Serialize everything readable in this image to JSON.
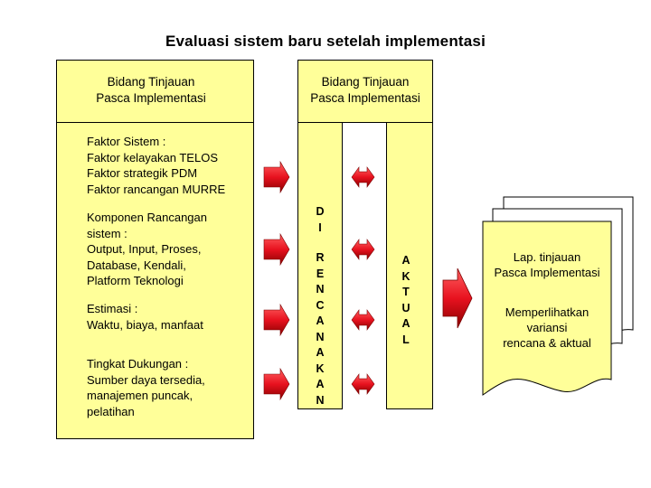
{
  "title": "Evaluasi sistem baru setelah implementasi",
  "left_panel": {
    "header_line1": "Bidang Tinjauan",
    "header_line2": "Pasca Implementasi",
    "sections": [
      {
        "lines": [
          "Faktor Sistem :",
          "Faktor kelayakan TELOS",
          "Faktor strategik PDM",
          "Faktor rancangan MURRE"
        ]
      },
      {
        "lines": [
          "Komponen Rancangan",
          "sistem :",
          "Output, Input, Proses,",
          "Database, Kendali,",
          "Platform Teknologi"
        ]
      },
      {
        "lines": [
          "Estimasi :",
          "Waktu, biaya, manfaat"
        ]
      },
      {
        "lines": [
          "Tingkat Dukungan :",
          "Sumber daya tersedia,",
          "manajemen puncak,",
          "pelatihan"
        ]
      }
    ]
  },
  "right_panel": {
    "header_line1": "Bidang Tinjauan",
    "header_line2": "Pasca Implementasi"
  },
  "column_rencana": {
    "top_letters": [
      "D",
      "I"
    ],
    "letters": [
      "R",
      "E",
      "N",
      "C",
      "A",
      "N",
      "A",
      "K",
      "A",
      "N"
    ]
  },
  "column_aktual": {
    "letters": [
      "A",
      "K",
      "T",
      "U",
      "A",
      "L"
    ]
  },
  "report": {
    "title_line1": "Lap. tinjauan",
    "title_line2": "Pasca Implementasi",
    "body_line1": "Memperlihatkan",
    "body_line2": "variansi",
    "body_line3": "rencana & aktual"
  },
  "colors": {
    "box_fill": "#ffff99",
    "arrow_fill": "#e8121f",
    "arrow_dark": "#7a0000",
    "outline": "#000000"
  }
}
